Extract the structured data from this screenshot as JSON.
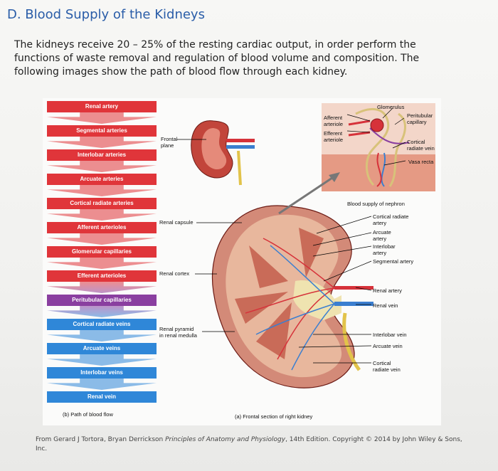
{
  "title": "D. Blood Supply of the Kidneys",
  "intro": "The kidneys receive 20 – 25% of the resting cardiac output, in order perform the functions of waste removal and regulation of blood volume and composition.  The following images show the path of blood flow through each kidney.",
  "flowchart": {
    "items": [
      {
        "label": "Renal artery",
        "color": "#e0353a"
      },
      {
        "label": "Segmental arteries",
        "color": "#e0353a"
      },
      {
        "label": "Interlobar arteries",
        "color": "#e0353a"
      },
      {
        "label": "Arcuate arteries",
        "color": "#e0353a"
      },
      {
        "label": "Cortical radiate arteries",
        "color": "#e0353a"
      },
      {
        "label": "Afferent arterioles",
        "color": "#e0353a"
      },
      {
        "label": "Glomerular capillaries",
        "color": "#e0353a"
      },
      {
        "label": "Efferent arterioles",
        "color": "#e0353a"
      },
      {
        "label": "Peritubular capillaries",
        "color": "#8a3fa0"
      },
      {
        "label": "Cortical radiate veins",
        "color": "#2f87d8"
      },
      {
        "label": "Arcuate veins",
        "color": "#2f87d8"
      },
      {
        "label": "Interlobar veins",
        "color": "#2f87d8"
      },
      {
        "label": "Renal vein",
        "color": "#2f87d8"
      }
    ]
  },
  "labels": {
    "frontal_plane": "Frontal\nplane",
    "renal_capsule": "Renal capsule",
    "renal_cortex": "Renal cortex",
    "renal_pyramid": "Renal pyramid\nin renal medulla",
    "glomerulus": "Glomerulus",
    "afferent_arteriole": "Afferent\narteriole",
    "efferent_arteriole": "Efferent\narteriole",
    "peritubular_capillary": "Peritubular\ncapillary",
    "cortical_radiate_vein_top": "Cortical\nradiate vein",
    "vasa_recta": "Vasa recta",
    "blood_supply_nephron": "Blood supply of nephron",
    "cortical_radiate_artery": "Cortical radiate\nartery",
    "arcuate_artery": "Arcuate\nartery",
    "interlobar_artery": "Interlobar\nartery",
    "segmental_artery": "Segmental artery",
    "renal_artery": "Renal artery",
    "renal_vein": "Renal vein",
    "interlobar_vein": "Interlobar vein",
    "arcuate_vein": "Arcuate vein",
    "cortical_radiate_vein_bottom": "Cortical\nradiate vein"
  },
  "captions": {
    "left": "(b) Path of blood flow",
    "right": "(a) Frontal section of right kidney"
  },
  "credit": {
    "prefix": "From Gerard J Tortora, Bryan Derrickson ",
    "book": "Principles of Anatomy and Physiology",
    "suffix": ", 14th Edition. Copyright © 2014 by John Wiley & Sons, Inc."
  }
}
